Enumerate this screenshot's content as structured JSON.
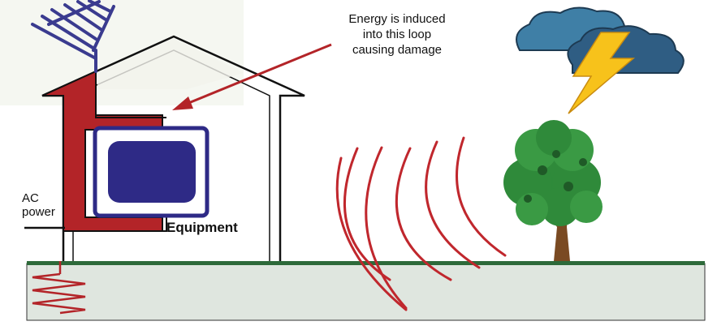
{
  "annotation": {
    "lines": [
      "Energy is induced",
      "into this loop",
      "causing damage"
    ]
  },
  "labels": {
    "ac_power": [
      "AC",
      "power"
    ],
    "equipment": "Equipment"
  },
  "colors": {
    "loop_red": "#b32428",
    "wave_red": "#c0272d",
    "ground_green": "#2d6a3a",
    "ground_fill": "#dfe6df",
    "screen_blue": "#2e2a86",
    "cloud_blue": "#3f7fa6",
    "cloud_dark": "#2f5d83",
    "bolt_yellow": "#f7c21b",
    "tree_green": "#2f8a3a",
    "antenna_blue": "#3a3b8f"
  },
  "icons": [
    "antenna-icon",
    "lightning-bolt-icon",
    "storm-cloud-icon",
    "tree-icon",
    "ground-rod-icon"
  ]
}
